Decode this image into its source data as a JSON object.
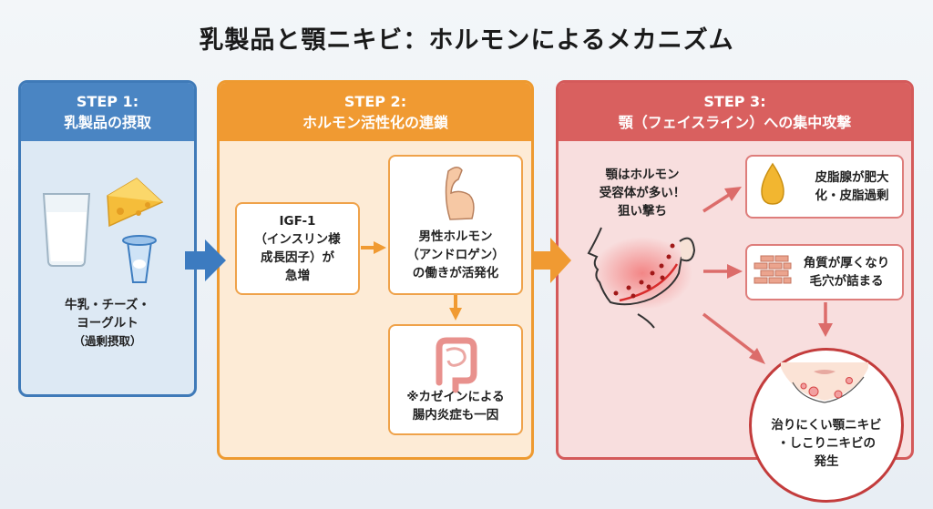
{
  "title": "乳製品と顎ニキビ：ホルモンによるメカニズム",
  "step1": {
    "label": "STEP 1:",
    "title": "乳製品の摂取",
    "items": [
      "牛乳・チーズ・",
      "ヨーグルト",
      "（過剰摂取）"
    ],
    "icons": [
      "milk-glass-icon",
      "cheese-icon",
      "yogurt-icon"
    ]
  },
  "step2": {
    "label": "STEP 2:",
    "title": "ホルモン活性化の連鎖",
    "igf": [
      "IGF-1",
      "（インスリン様",
      "成長因子）が",
      "急増"
    ],
    "androgen": [
      "男性ホルモン",
      "（アンドロゲン）",
      "の働きが活発化"
    ],
    "casein": [
      "※カゼインによる",
      "腸内炎症も一因"
    ]
  },
  "step3": {
    "label": "STEP 3:",
    "title": "顎（フェイスライン）への集中攻撃",
    "jaw_note": [
      "顎はホルモン",
      "受容体が多い！",
      "狙い撃ち"
    ],
    "sebum": [
      "皮脂腺が肥大",
      "化・皮脂過剰"
    ],
    "keratin": [
      "角質が厚くなり",
      "毛穴が詰まる"
    ],
    "result": [
      "治りにくい顎ニキビ",
      "・しこりニキビの",
      "発生"
    ]
  },
  "colors": {
    "blue": "#4a85c3",
    "orange": "#f09a32",
    "red": "#d9605f"
  }
}
